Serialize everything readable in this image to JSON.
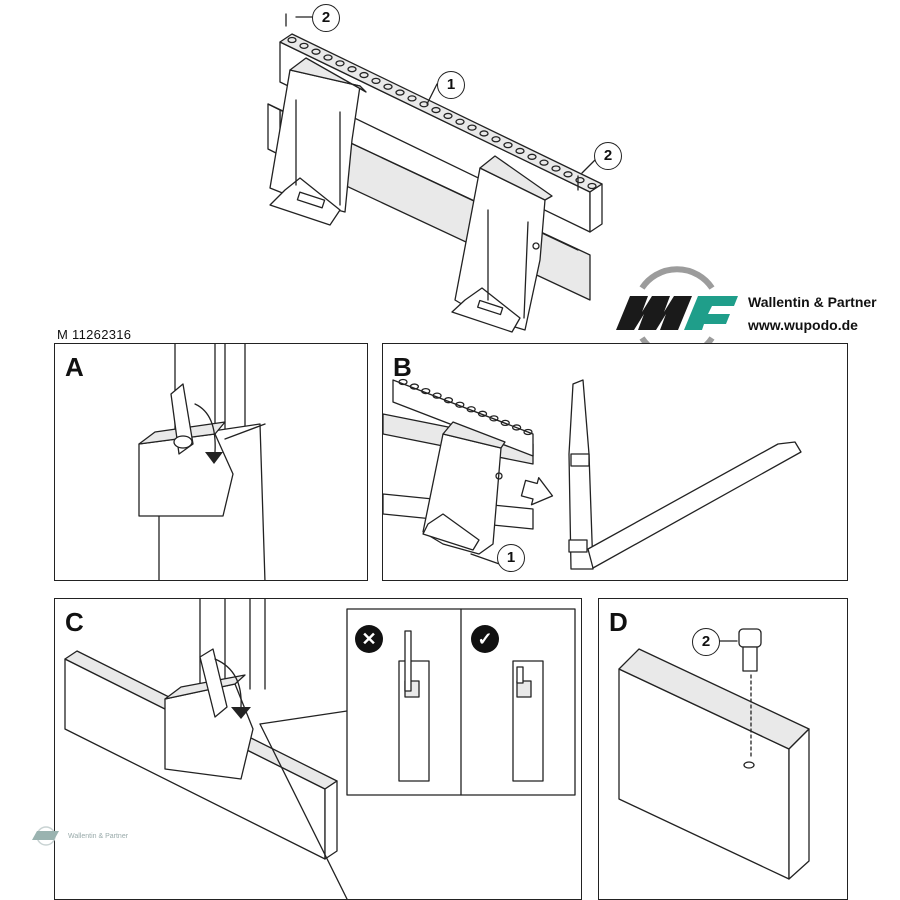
{
  "figure_id": "M 11262316",
  "brand": {
    "name": "Wallentin & Partner",
    "url": "www.wupodo.de",
    "watermark": "Wallentin & Partner",
    "colors": {
      "dark": "#1a1a1a",
      "teal": "#1f9e8a",
      "ring": "#9c9c9c"
    }
  },
  "overview": {
    "callouts": [
      "2",
      "1",
      "2"
    ]
  },
  "panels": {
    "a": {
      "letter": "A"
    },
    "b": {
      "letter": "B",
      "callout": "1"
    },
    "c": {
      "letter": "C",
      "wrong_icon": "cross-icon",
      "right_icon": "check-icon"
    },
    "d": {
      "letter": "D",
      "callout": "2"
    }
  }
}
